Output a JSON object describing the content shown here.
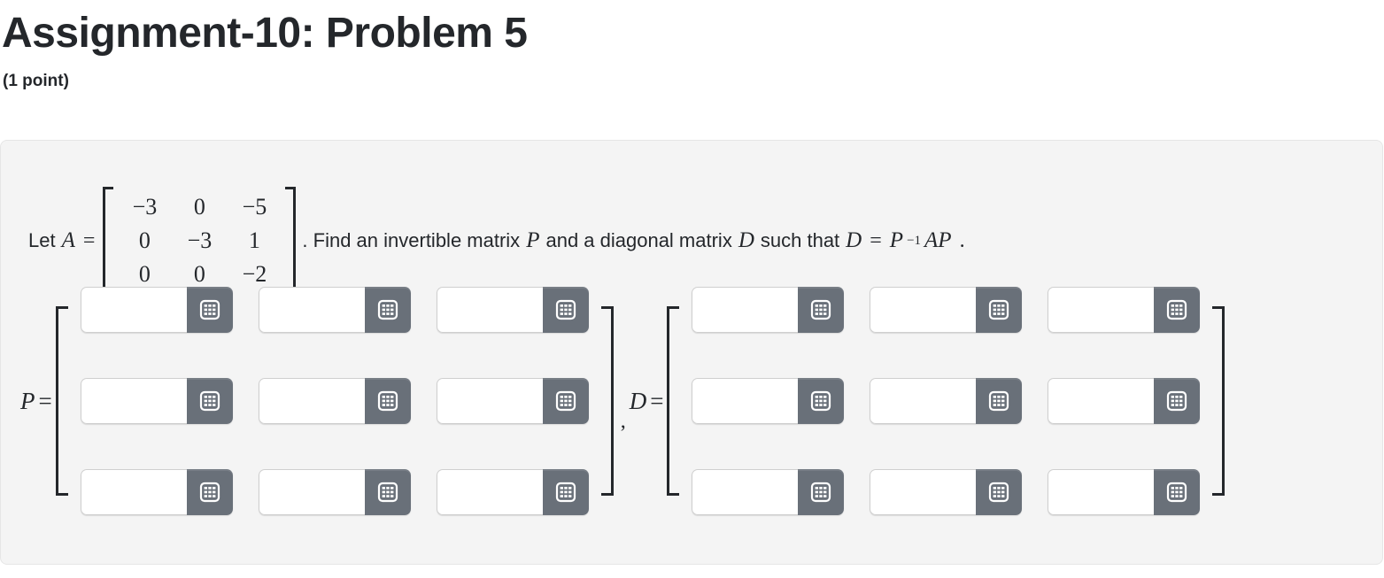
{
  "header": {
    "title": "Assignment-10: Problem 5",
    "points": "(1 point)"
  },
  "problem": {
    "lead_text": "Let",
    "matrix_a_symbol": "A",
    "equals": "=",
    "matrix_a": [
      [
        "−3",
        "0",
        "−5"
      ],
      [
        "0",
        "−3",
        "1"
      ],
      [
        "0",
        "0",
        "−2"
      ]
    ],
    "statement_part1": ". Find an invertible matrix",
    "symbol_p": "P",
    "statement_part2": "and a diagonal matrix",
    "symbol_d": "D",
    "statement_part3": "such that",
    "symbol_d2": "D",
    "equals2": "=",
    "symbol_p_inv": "P",
    "superscript_inv": "−1",
    "symbol_ap": "AP",
    "period": "."
  },
  "answer": {
    "p_label": "P",
    "p_equals": "=",
    "separator": ",",
    "d_label": "D",
    "d_equals": "=",
    "p_inputs": [
      {
        "value": "",
        "placeholder": ""
      },
      {
        "value": "",
        "placeholder": ""
      },
      {
        "value": "",
        "placeholder": ""
      },
      {
        "value": "",
        "placeholder": ""
      },
      {
        "value": "",
        "placeholder": ""
      },
      {
        "value": "",
        "placeholder": ""
      },
      {
        "value": "",
        "placeholder": ""
      },
      {
        "value": "",
        "placeholder": ""
      },
      {
        "value": "",
        "placeholder": ""
      }
    ],
    "d_inputs": [
      {
        "value": "",
        "placeholder": ""
      },
      {
        "value": "",
        "placeholder": ""
      },
      {
        "value": "",
        "placeholder": ""
      },
      {
        "value": "",
        "placeholder": ""
      },
      {
        "value": "",
        "placeholder": ""
      },
      {
        "value": "",
        "placeholder": ""
      },
      {
        "value": "",
        "placeholder": ""
      },
      {
        "value": "",
        "placeholder": ""
      },
      {
        "value": "",
        "placeholder": ""
      }
    ],
    "keypad_icon": "math-keypad-icon"
  },
  "colors": {
    "page_background": "#ffffff",
    "card_background": "#f4f4f4",
    "card_border": "#e6e6e6",
    "text": "#24272b",
    "keypad_button": "#697079",
    "input_border": "#cfcfcf"
  }
}
